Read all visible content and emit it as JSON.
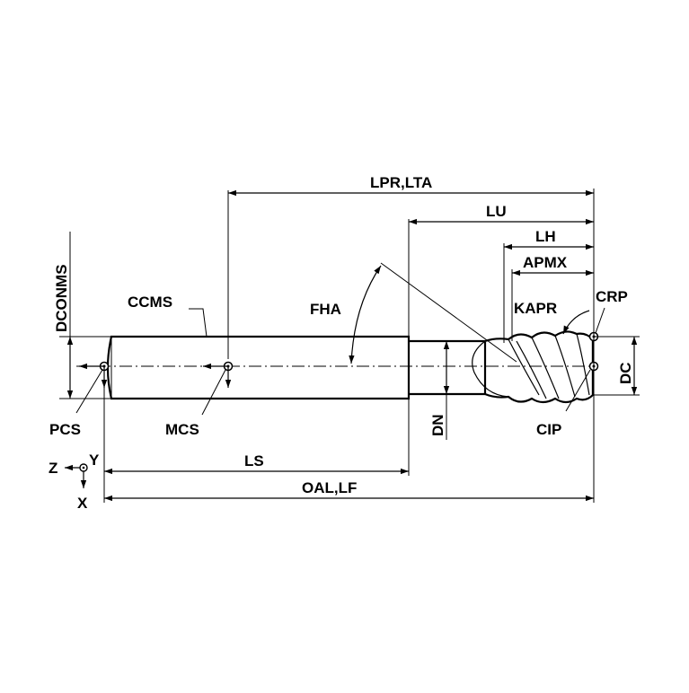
{
  "labels": {
    "lpr_lta": "LPR,LTA",
    "lu": "LU",
    "lh": "LH",
    "apmx": "APMX",
    "crp": "CRP",
    "kapr": "KAPR",
    "dconms": "DCONMS",
    "ccms": "CCMS",
    "fha": "FHA",
    "dc": "DC",
    "dn": "DN",
    "pcs": "PCS",
    "mcs": "MCS",
    "cip": "CIP",
    "ls": "LS",
    "oal_lf": "OAL,LF",
    "axis_z": "Z",
    "axis_y": "Y",
    "axis_x": "X"
  },
  "colors": {
    "ink": "#000000",
    "background": "#ffffff"
  }
}
